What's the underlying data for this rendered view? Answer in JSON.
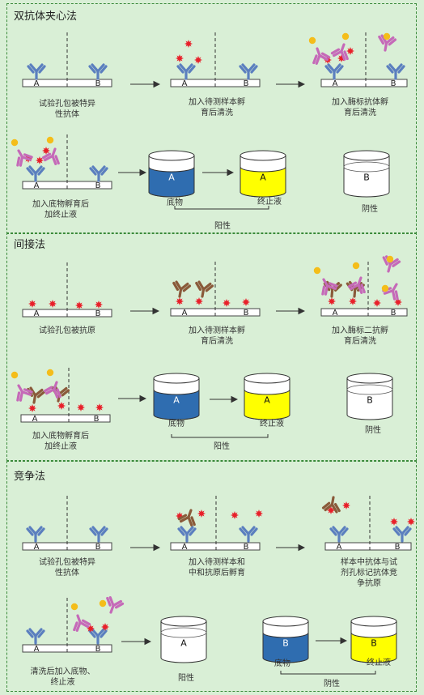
{
  "sections": [
    {
      "title": "双抗体夹心法",
      "steps": [
        "试验孔包被特异\n性抗体",
        "加入待测样本孵\n育后清洗",
        "加入酶标抗体孵\n育后清洗",
        "加入底物孵育后\n加终止液"
      ],
      "substrate": "底物",
      "stop": "终止液",
      "positive": "阳性",
      "negative": "阴性"
    },
    {
      "title": "间接法",
      "steps": [
        "试验孔包被抗原",
        "加入待测样本孵\n育后清洗",
        "加入酶标二抗孵\n育后清洗",
        "加入底物孵育后\n加终止液"
      ],
      "substrate": "底物",
      "stop": "终止液",
      "positive": "阳性",
      "negative": "阴性"
    },
    {
      "title": "竞争法",
      "steps": [
        "试验孔包被特异\n性抗体",
        "加入待测样本和\n中和抗原后孵育",
        "样本中抗体与试\n剂孔标记抗体竞\n争抗原",
        "清洗后加入底物、\n终止液"
      ],
      "substrate": "底物",
      "stop": "终止液",
      "positive": "阳性",
      "negative": "阴性"
    }
  ],
  "well_a": "A",
  "well_b": "B",
  "colors": {
    "antibody": "#5b7fbf",
    "enzyme_antibody": "#c56ab8",
    "secondary_antibody": "#8a5a3a",
    "antigen": "#e8202a",
    "enzyme": "#f4bd1a",
    "substrate_blue": "#2f6db0",
    "stop_yellow": "#ffff00"
  }
}
